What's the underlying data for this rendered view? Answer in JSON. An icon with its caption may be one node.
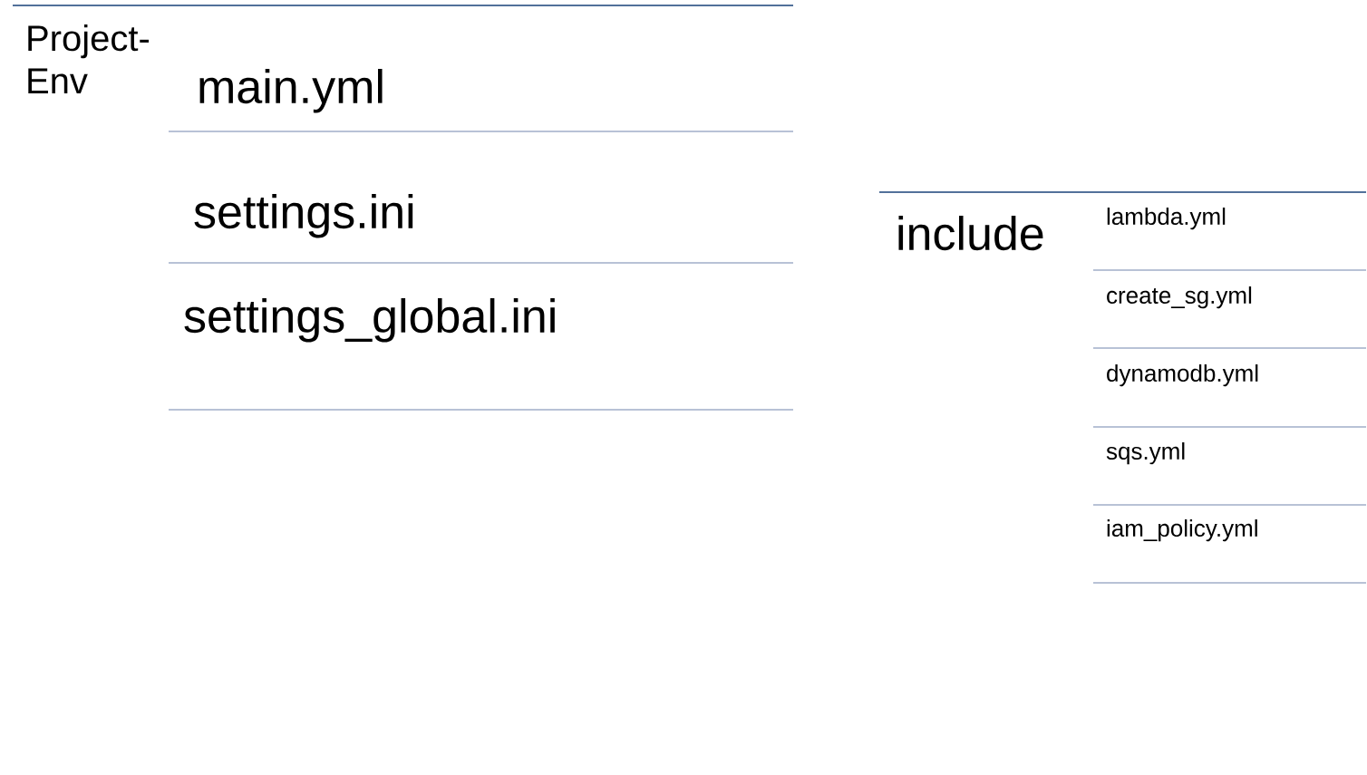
{
  "diagram": {
    "nodes": [
      {
        "text": [
          "Project-Env"
        ]
      },
      {
        "text": [
          "main.yml"
        ]
      },
      {
        "text": [
          "settings.ini"
        ]
      },
      {
        "text": [
          "settings_global.ini"
        ]
      },
      {
        "text": [
          "include"
        ]
      },
      {
        "text": [
          "lambda.yml"
        ]
      },
      {
        "text": [
          "create_sg.yml"
        ]
      },
      {
        "text": [
          "dynamodb.yml"
        ]
      },
      {
        "text": [
          "sqs.yml"
        ]
      },
      {
        "text": [
          "iam_policy.yml"
        ]
      }
    ]
  }
}
